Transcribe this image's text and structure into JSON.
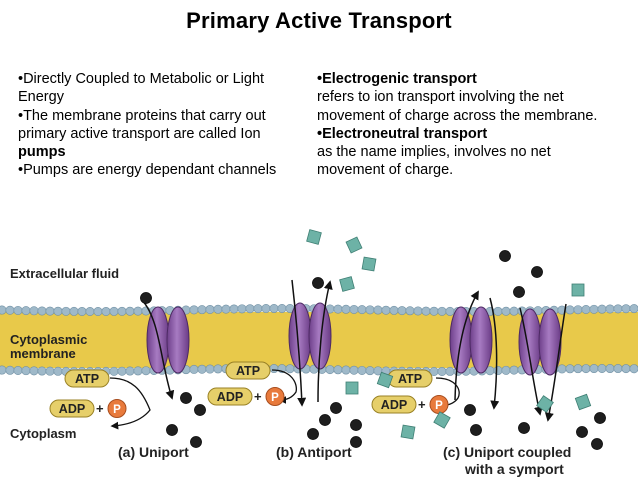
{
  "slide": {
    "title": "Primary Active Transport",
    "left_column": {
      "b1_text": "•Directly Coupled to Metabolic or Light Energy",
      "b2_pre": "•The membrane proteins that carry out primary active transport are called Ion ",
      "b2_bold": "pumps",
      "b3_text": "•Pumps are energy dependant channels"
    },
    "right_column": {
      "h1": "•Electrogenic transport",
      "t1": "refers to ion transport involving the net movement of charge across the membrane.",
      "h2": "•Electroneutral transport",
      "t2": "as the name implies, involves no net movement of charge."
    }
  },
  "diagram": {
    "labels": {
      "extracellular": "Extracellular fluid",
      "membrane_line1": "Cytoplasmic",
      "membrane_line2": "membrane",
      "cytoplasm": "Cytoplasm"
    },
    "energy": {
      "atp": "ATP",
      "adp": "ADP",
      "plus": "+",
      "p": "P"
    },
    "captions": {
      "a": "(a) Uniport",
      "b": "(b) Antiport",
      "c_line1": "(c) Uniport coupled",
      "c_line2": "with a symport"
    },
    "colors": {
      "membrane_band": "#e8c94a",
      "head_groups": "#9fb9c9",
      "protein": "#8e5ca8",
      "atp_pill": "#e6cf6a",
      "p_circle": "#e87a3c",
      "dark_ion": "#1e1e1e",
      "square_ion": "#6db2a6"
    }
  }
}
